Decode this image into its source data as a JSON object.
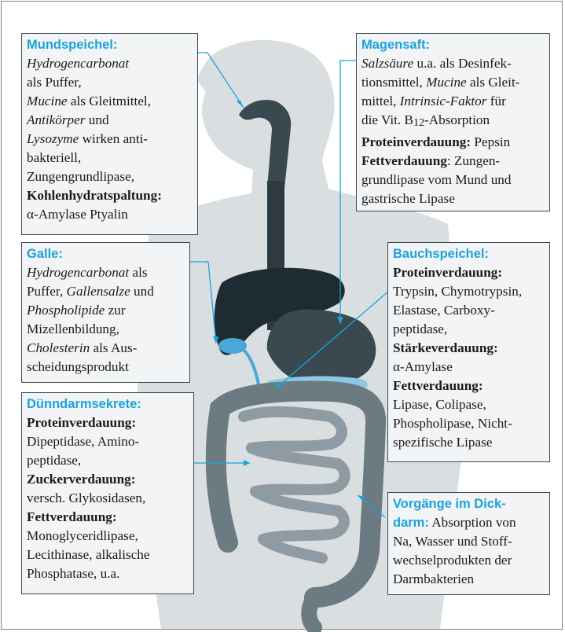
{
  "colors": {
    "title": "#1aa3dc",
    "box_bg": "#f2f4f5",
    "box_border": "#3d4a52",
    "leader": "#1aa3dc",
    "silhouette": "#d9dee0",
    "organ_dark": "#2e3a42",
    "organ_mid": "#55646c",
    "intestine": "#7d8a91",
    "bile_blue": "#4aa8d8"
  },
  "boxes": {
    "mundspeichel": {
      "title": "Mundspeichel:",
      "l1_i": "Hydrogencarbonat",
      "l2": "als Puffer,",
      "l3_i": "Mucine",
      "l3": " als Gleitmittel,",
      "l4_i": "Antikörper",
      "l4": " und",
      "l5_i": "Lysozyme",
      "l5": " wirken anti-",
      "l6": "bakteriell,",
      "l7": "Zungengrundlipase,",
      "l8_b": "Kohlenhydratspaltung:",
      "l9": "α-Amylase Ptyalin"
    },
    "magensaft": {
      "title": "Magensaft:",
      "l1_i": "Salzsäure",
      "l1": " u.a. als Desinfek-",
      "l2": "tionsmittel, ",
      "l2_i": "Mucine",
      "l2b": " als Gleit-",
      "l3": "mittel, ",
      "l3_i": "Intrinsic-Faktor",
      "l3b": " für",
      "l4": "die Vit. B",
      "l4_sub": "12",
      "l4b": "-Absorption",
      "l5_b": "Proteinverdauung:",
      "l5": " Pepsin",
      "l6_b": "Fettverdauung",
      "l6": ": Zungen-",
      "l7": "grundlipase vom Mund und",
      "l8": "gastrische Lipase"
    },
    "galle": {
      "title": "Galle:",
      "l1_i": "Hydrogencarbonat",
      "l1": " als",
      "l2": "Puffer, ",
      "l2_i": "Gallensalze",
      "l2b": " und",
      "l3_i": "Phospholipide",
      "l3": " zur",
      "l4": "Mizellenbildung,",
      "l5_i": "Cholesterin",
      "l5": " als Aus-",
      "l6": "scheidungsprodukt"
    },
    "bauchspeichel": {
      "title": "Bauchspeichel:",
      "l1_b": "Proteinverdauung:",
      "l2": "Trypsin, Chymotrypsin,",
      "l3": "Elastase, Carboxy-",
      "l4": "peptidase,",
      "l5_b": "Stärkeverdauung:",
      "l6": "α-Amylase",
      "l7_b": "Fettverdauung:",
      "l8": "Lipase, Colipase,",
      "l9": "Phospholipase, Nicht-",
      "l10": "spezifische Lipase"
    },
    "duenndarm": {
      "title": "Dünndarmsekrete:",
      "l1_b": "Proteinverdauung:",
      "l2": "Dipeptidase, Amino-",
      "l3": "peptidase,",
      "l4_b": "Zuckerverdauung:",
      "l5": "versch. Glykosidasen,",
      "l6_b": "Fettverdauung:",
      "l7": "Monoglyceridlipase,",
      "l8": "Lecithinase, alkalische",
      "l9": "Phosphatase, u.a."
    },
    "dickdarm": {
      "title1": "Vorgänge im Dick-",
      "title2": "darm:",
      "l2": " Absorption von",
      "l3": "Na, Wasser und Stoff-",
      "l4": "wechselprodukten der",
      "l5": "Darmbakterien"
    }
  }
}
